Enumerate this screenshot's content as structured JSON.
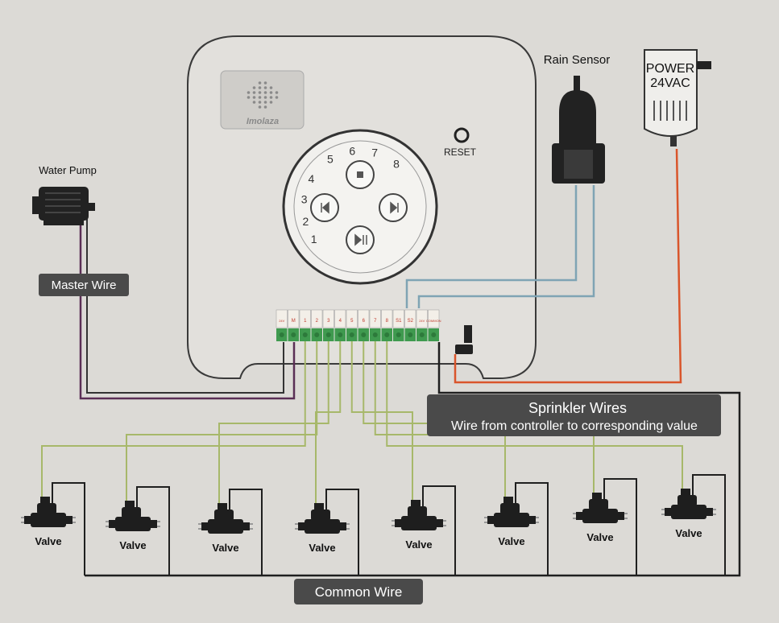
{
  "device": {
    "brand": "Imolaza",
    "reset_label": "RESET",
    "dial_numbers": [
      "1",
      "2",
      "3",
      "4",
      "5",
      "6",
      "7",
      "8"
    ],
    "terminals": [
      "24V",
      "M",
      "1",
      "2",
      "3",
      "4",
      "5",
      "6",
      "7",
      "8",
      "S1",
      "S2",
      "24V",
      "COMMON"
    ]
  },
  "labels": {
    "water_pump": "Water Pump",
    "master_wire": "Master Wire",
    "rain_sensor": "Rain Sensor",
    "power_line1": "POWER",
    "power_line2": "24VAC",
    "sprinkler_title": "Sprinkler Wires",
    "sprinkler_subtitle": "Wire from controller to corresponding value",
    "common_wire": "Common Wire",
    "valve": "Valve"
  },
  "colors": {
    "background": "#dcdad6",
    "box_outline": "#3a3a3a",
    "terminal_green": "#3f9a4f",
    "terminal_label": "#c0392b",
    "zone_wire": "#a7b86a",
    "master_wire": "#5a2e55",
    "sensor_wire": "#7fa4b4",
    "power_wire": "#d9552b",
    "common_wire": "#1f1f1f",
    "label_bg": "#4a4a4a",
    "label_text": "#ffffff"
  },
  "valve_count": 8
}
